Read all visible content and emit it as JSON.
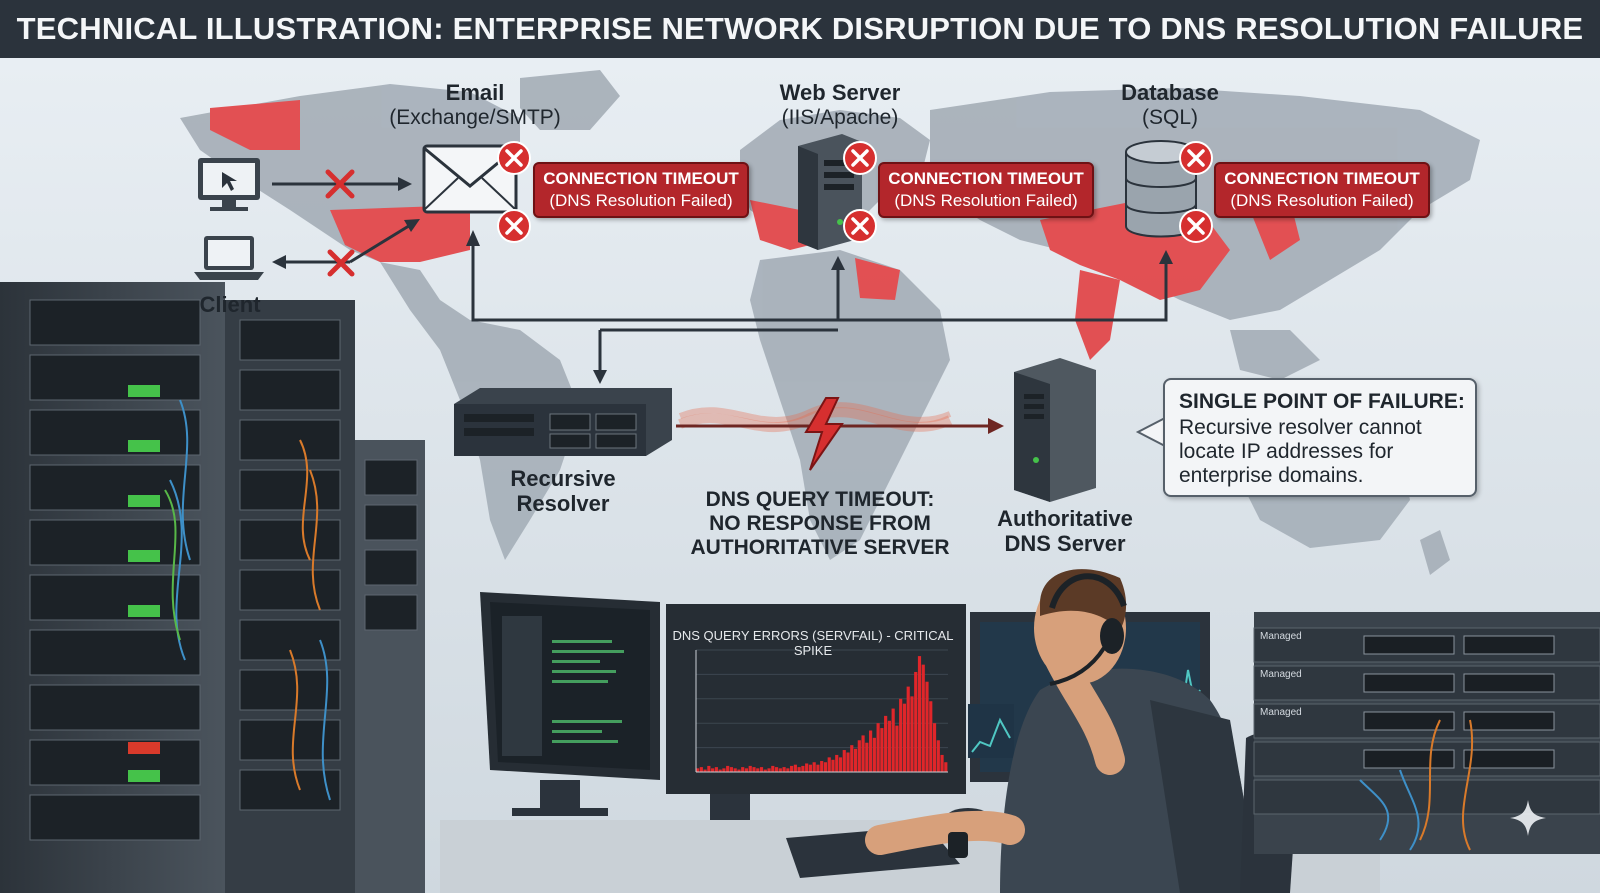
{
  "title": "TECHNICAL ILLUSTRATION: ENTERPRISE NETWORK DISRUPTION DUE TO DNS RESOLUTION FAILURE",
  "client": {
    "label": "Client"
  },
  "services": [
    {
      "title": "Email",
      "subtitle": "(Exchange/SMTP)",
      "error_title": "CONNECTION TIMEOUT",
      "error_detail": "(DNS Resolution Failed)"
    },
    {
      "title": "Web Server",
      "subtitle": "(IIS/Apache)",
      "error_title": "CONNECTION TIMEOUT",
      "error_detail": "(DNS Resolution Failed)"
    },
    {
      "title": "Database",
      "subtitle": "(SQL)",
      "error_title": "CONNECTION TIMEOUT",
      "error_detail": "(DNS Resolution Failed)"
    }
  ],
  "resolver": {
    "line1": "Recursive",
    "line2": "Resolver"
  },
  "authoritative": {
    "line1": "Authoritative",
    "line2": "DNS Server"
  },
  "query_timeout": {
    "line1": "DNS QUERY TIMEOUT:",
    "line2": "NO RESPONSE FROM",
    "line3": "AUTHORITATIVE SERVER"
  },
  "spof": {
    "heading": "SINGLE POINT OF FAILURE:",
    "line1": "Recursive resolver cannot",
    "line2": "locate IP addresses for",
    "line3": "enterprise domains."
  },
  "switch_labels": [
    "Managed",
    "Managed",
    "Managed"
  ],
  "colors": {
    "title_bar": "#2b333c",
    "error_red": "#b3262b",
    "map_red": "#e2484b",
    "map_gray": "#a8b1ba",
    "spike_red": "#e0262a"
  },
  "icons": [
    "desktop-icon",
    "laptop-icon",
    "email-envelope-icon",
    "server-tower-icon",
    "database-icon",
    "error-x-icon",
    "lightning-icon",
    "rack-server-icon"
  ],
  "chart_data": {
    "type": "bar",
    "title": "DNS QUERY ERRORS (SERVFAIL) - CRITICAL SPIKE",
    "xlabel": "",
    "ylabel": "",
    "ylim": [
      0,
      100
    ],
    "values": [
      3,
      4,
      2,
      5,
      3,
      4,
      2,
      3,
      5,
      4,
      3,
      2,
      4,
      3,
      5,
      4,
      3,
      4,
      2,
      3,
      5,
      4,
      3,
      4,
      3,
      5,
      6,
      4,
      5,
      7,
      6,
      8,
      6,
      9,
      8,
      12,
      10,
      14,
      12,
      18,
      16,
      22,
      19,
      26,
      30,
      24,
      34,
      28,
      40,
      36,
      46,
      42,
      52,
      38,
      60,
      56,
      70,
      62,
      82,
      95,
      88,
      74,
      58,
      40,
      26,
      14,
      8
    ]
  }
}
